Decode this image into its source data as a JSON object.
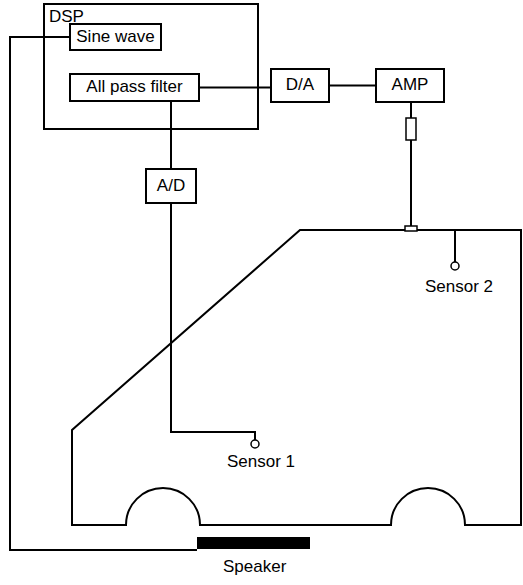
{
  "diagram": {
    "nodes": [
      {
        "text": [
          "DSP"
        ]
      },
      {
        "text": [
          "Sine wave"
        ],
        "in": 0
      },
      {
        "text": [
          "All pass filter"
        ],
        "in": 0
      },
      {
        "text": [
          "D/A"
        ]
      },
      {
        "text": [
          "AMP"
        ]
      },
      {
        "text": [
          "A/D"
        ]
      }
    ],
    "edges": [
      {
        "from": 2,
        "to": 3,
        "arrow": "none"
      },
      {
        "from": 3,
        "to": 4,
        "arrow": "none"
      },
      {
        "from": 2,
        "to": 5,
        "arrow": "none"
      }
    ],
    "labels": [
      "Sensor 2",
      "Sensor 1",
      "Speaker"
    ]
  }
}
